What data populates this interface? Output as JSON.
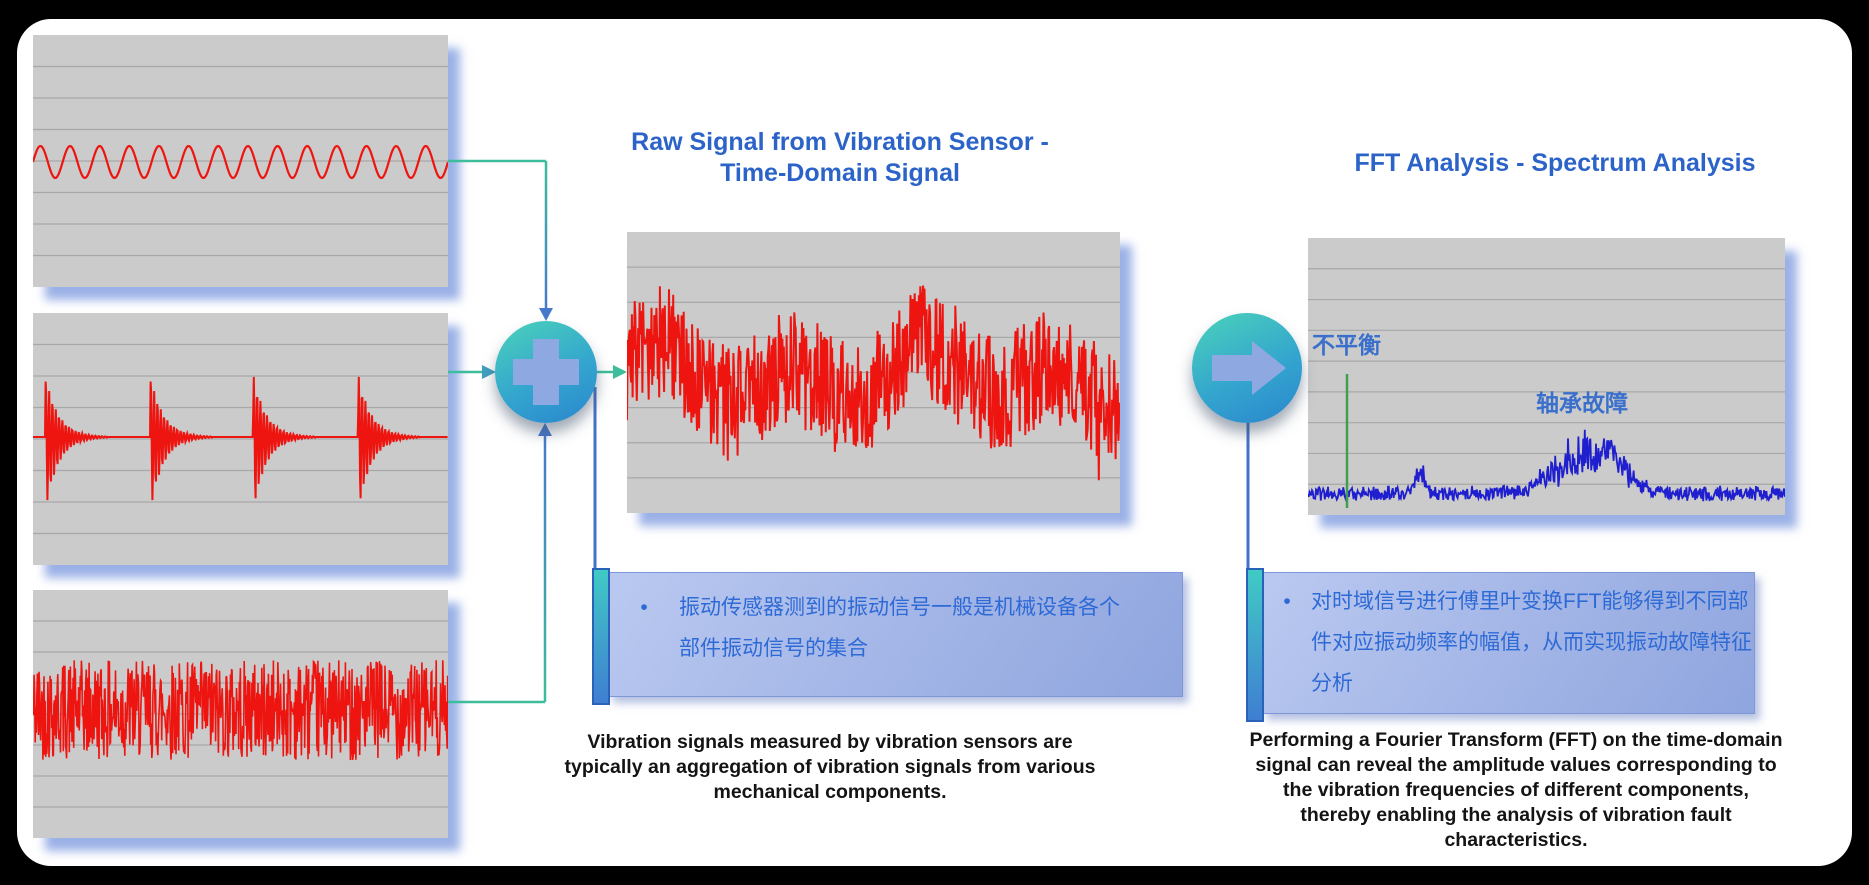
{
  "colors": {
    "background": "#000000",
    "panel": "#ffffff",
    "plot_bg": "#cbcbcb",
    "plot_grid": "#a8a8a8",
    "signal_red": "#ee1410",
    "spectrum_blue": "#1f1fd0",
    "marker_green": "#3f9e4f",
    "title_blue": "#2c63c8",
    "note_text_blue": "#2e6ad6",
    "caption_black": "#141414",
    "note_box_top": "#bac9f0",
    "note_box_bottom": "#8fa5de",
    "accent_teal": "#40cac5",
    "accent_blue": "#3f7ed2",
    "node_teal": "#48ccbd",
    "node_blue": "#2b89cd",
    "icon_glyph": "#8ea9e2",
    "wire_teal": "#3dbd9b",
    "wire_blue": "#4678cc",
    "plot_shadow": "#82a0e0"
  },
  "center": {
    "title": "Raw Signal from Vibration Sensor -\nTime-Domain Signal",
    "bullet": "•",
    "note_cn": "振动传感器测到的振动信号一般是机械设备各个部件振动信号的集合",
    "caption_en": "Vibration signals measured by vibration sensors are typically an aggregation of vibration signals from various mechanical components."
  },
  "fft": {
    "title": "FFT Analysis - Spectrum Analysis",
    "bullet": "•",
    "note_cn": "对时域信号进行傅里叶变换FFT能够得到不同部件对应振动频率的幅值，从而实现振动故障特征分析",
    "caption_en": "Performing a Fourier Transform (FFT) on the time-domain signal can reveal the amplitude values corresponding to the vibration frequencies of different components, thereby enabling the analysis of vibration fault characteristics.",
    "labels": {
      "imbalance": "不平衡",
      "bearing_fault": "轴承故障"
    }
  },
  "chart_data": [
    {
      "id": "sine",
      "type": "line",
      "series_desc": "pure periodic sine vibration component (red, centered on midline)",
      "cycles": 14,
      "amplitude_frac": 0.065,
      "color_key": "signal_red",
      "grid": "horizontal, 8 bands"
    },
    {
      "id": "bursts",
      "type": "line",
      "series_desc": "four repeating exponentially-decaying impulse bursts (bearing impact signature)",
      "burst_count": 4,
      "color_key": "signal_red",
      "grid": "horizontal, 8 bands"
    },
    {
      "id": "noise",
      "type": "line",
      "series_desc": "dense broadband random noise band around midline",
      "color_key": "signal_red",
      "grid": "horizontal, 8 bands"
    },
    {
      "id": "combined",
      "type": "line",
      "series_desc": "aggregated raw time-domain vibration signal with occasional deep downward spikes",
      "color_key": "signal_red",
      "grid": "horizontal, 8 bands"
    },
    {
      "id": "spectrum",
      "type": "line",
      "series_desc": "FFT amplitude spectrum: low noise floor, narrow green line at low frequency, small hump near 0.24 of axis, large spiky peak cluster near 0.6 of axis",
      "color_key": "spectrum_blue",
      "grid": "horizontal, 9 bands",
      "annotations": [
        {
          "label": "不平衡",
          "x_frac": 0.082,
          "style": "green-vertical-line"
        },
        {
          "label": "轴承故障",
          "x_frac": 0.6,
          "style": "text-above-peak-cluster"
        }
      ]
    }
  ]
}
